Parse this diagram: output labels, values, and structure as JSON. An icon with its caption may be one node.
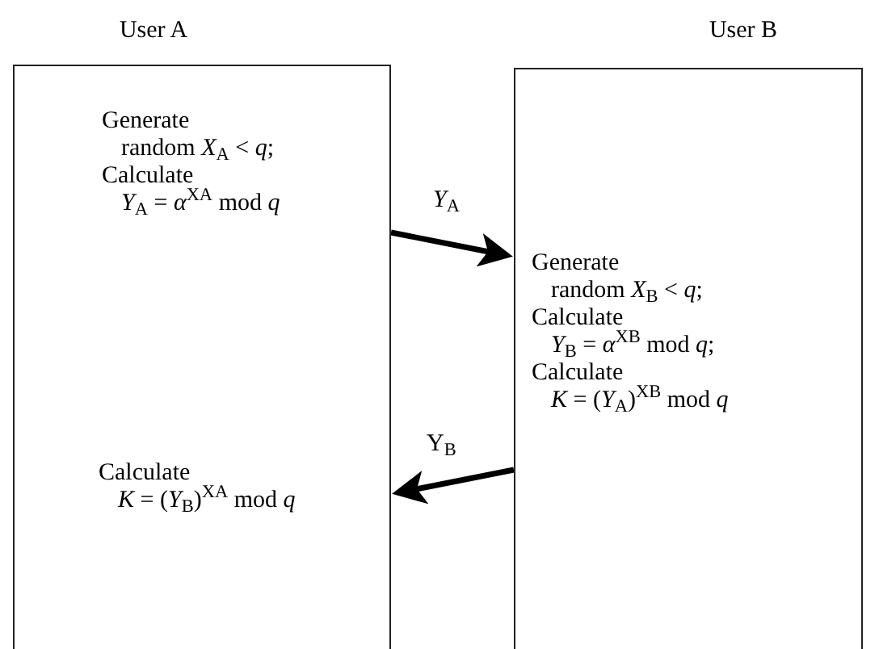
{
  "diagram": {
    "nodes": [
      {
        "text": [
          "User A"
        ]
      },
      {
        "text": [
          "Generate random *X*$_{A}$ < *q*;",
          "Calculate *Y*$_{A}$ = *α*$^{XA}$ mod *q*"
        ],
        "in": 0
      },
      {
        "text": [
          "User B"
        ]
      },
      {
        "text": [
          "Generate random *X*$_{B}$ < *q*;",
          "Calculate *Y*$_{B}$ = *α*$^{XB}$ mod *q*;",
          "Calculate *K* = (*Y*$_{A}$)$^{XB}$ mod *q*"
        ],
        "in": 2
      },
      {
        "text": [
          "Calculate *K* = (*Y*$_{B}$)$^{XA}$ mod *q*"
        ],
        "in": 0
      }
    ],
    "edges": [
      {
        "from": 0,
        "to": 2,
        "arrow": "to",
        "label": "*Y*$_{A}$"
      },
      {
        "from": 2,
        "to": 0,
        "arrow": "to",
        "label": "Y$_{B}$"
      }
    ]
  }
}
